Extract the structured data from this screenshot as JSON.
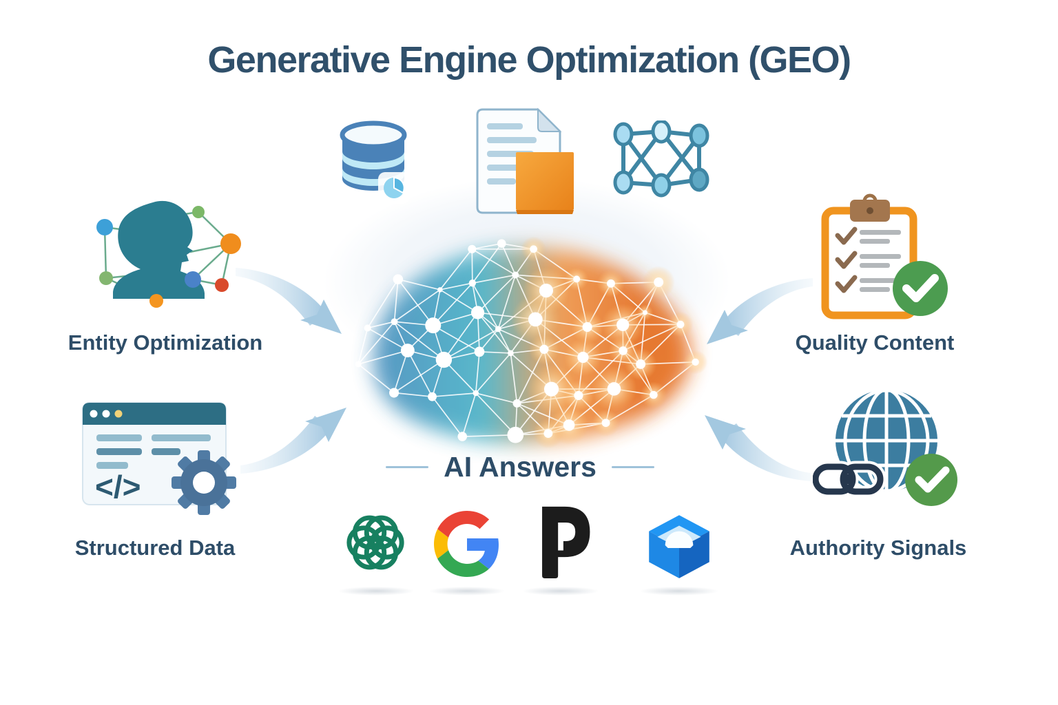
{
  "title": "Generative Engine Optimization (GEO)",
  "center": {
    "label": "AI Answers",
    "visual": "network-brain-blue-to-orange"
  },
  "factors": {
    "entity_optimization": {
      "label": "Entity Optimization",
      "icon": "person-knowledge-graph-icon",
      "side": "left-top"
    },
    "structured_data": {
      "label": "Structured Data",
      "icon": "browser-code-gear-icon",
      "side": "left-bottom"
    },
    "quality_content": {
      "label": "Quality Content",
      "icon": "checklist-clipboard-icon",
      "side": "right-top"
    },
    "authority_signals": {
      "label": "Authority Signals",
      "icon": "globe-link-check-icon",
      "side": "right-bottom"
    }
  },
  "structured_data_icon": {
    "code_glyph": "</>"
  },
  "top_icons": [
    {
      "name": "database-icon"
    },
    {
      "name": "document-icon"
    },
    {
      "name": "network-graph-icon"
    }
  ],
  "platforms": [
    {
      "name": "openai-logo"
    },
    {
      "name": "google-logo"
    },
    {
      "name": "perplexity-logo"
    },
    {
      "name": "ai-cube-logo"
    }
  ],
  "colors": {
    "heading_text": "#30506b",
    "label_text": "#2e4d68",
    "arrow_blue": "#a3c8e0",
    "brain_blue": "#4a8fbe",
    "brain_teal": "#4db4c8",
    "brain_orange": "#e56f23",
    "accent_orange": "#f0922b",
    "check_green": "#4d9c50",
    "database_blue": "#4a82b8",
    "teal_header": "#2d6e84",
    "openai_green": "#178060",
    "google_red": "#ea4335",
    "google_yellow": "#fbbc05",
    "google_green": "#34a853",
    "google_blue": "#4285f4"
  }
}
